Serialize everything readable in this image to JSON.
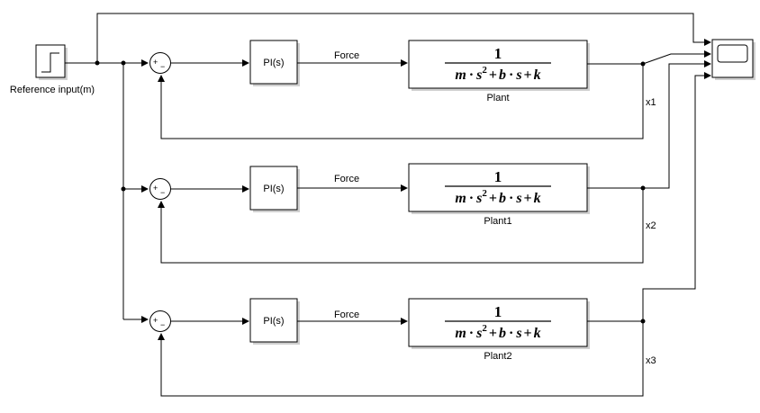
{
  "source": {
    "label": "Reference input(m)"
  },
  "controller": {
    "label": "PI(s)"
  },
  "signals": {
    "force": "Force"
  },
  "plant_tf": {
    "numerator": "1",
    "denominator_parts": {
      "m": "m",
      "dot": "·",
      "s": "s",
      "pow": "2",
      "plus": "+",
      "b": "b",
      "k": "k"
    }
  },
  "sum_signs": {
    "plus": "+",
    "minus": "−"
  },
  "loops": [
    {
      "plant_label": "Plant",
      "output_label": "x1"
    },
    {
      "plant_label": "Plant1",
      "output_label": "x2"
    },
    {
      "plant_label": "Plant2",
      "output_label": "x3"
    }
  ]
}
